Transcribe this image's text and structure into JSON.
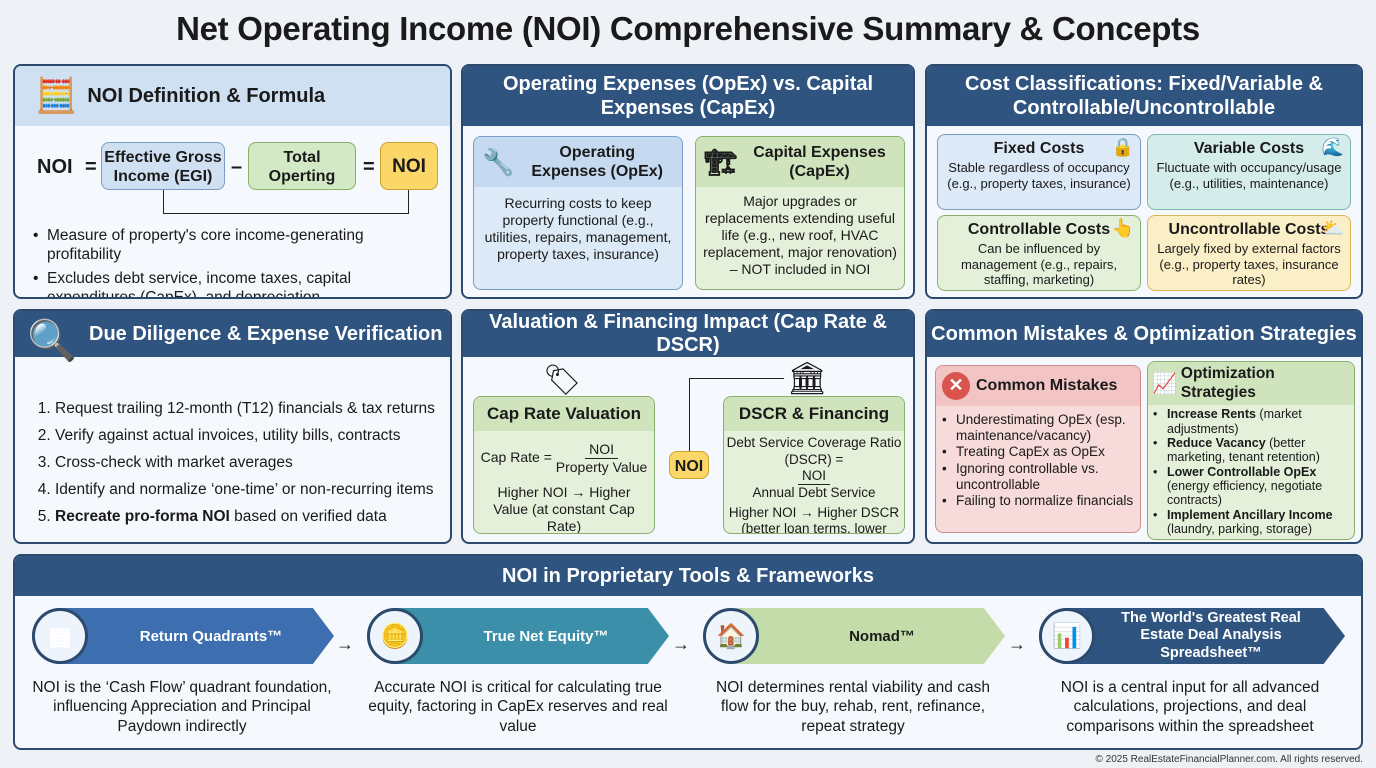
{
  "title": "Net Operating Income (NOI) Comprehensive Summary & Concepts",
  "definition": {
    "heading": "NOI Definition & Formula",
    "noi": "NOI",
    "eq": "=",
    "minus": "–",
    "egi": "Effective Gross Income (EGI)",
    "opex": "Total Operting Expenses",
    "result": "NOI",
    "bullets": [
      "Measure of property's core income-generating profitability",
      "Excludes debt service, income taxes, capital expenditures (CapEx), and depreciation"
    ]
  },
  "opexcapex": {
    "heading": "Operating Expenses (OpEx) vs. Capital Expenses (CapEx)",
    "opex_title": "Operating Expenses (OpEx)",
    "opex_text": "Recurring costs to keep property functional (e.g., utilities, repairs, management, property taxes, insurance)",
    "capex_title": "Capital Expenses (CapEx)",
    "capex_text": "Major upgrades or replacements extending useful life (e.g., new roof, HVAC replacement, major renovation) – NOT included in NOI"
  },
  "costs": {
    "heading": "Cost Classifications: Fixed/Variable & Controllable/Uncontrollable",
    "items": [
      {
        "title": "Fixed Costs",
        "text": "Stable regardless of occupancy (e.g., property taxes, insurance)"
      },
      {
        "title": "Variable Costs",
        "text": "Fluctuate with occupancy/usage (e.g., utilities, maintenance)"
      },
      {
        "title": "Controllable Costs",
        "text": "Can be influenced by management (e.g., repairs, staffing, marketing)"
      },
      {
        "title": "Uncontrollable Costs",
        "text": "Largely fixed by external factors (e.g., property taxes, insurance rates)"
      }
    ]
  },
  "diligence": {
    "heading": "Due Diligence & Expense Verification",
    "steps": [
      "Request trailing 12-month (T12) financials & tax returns",
      "Verify against actual invoices, utility bills, contracts",
      "Cross-check with market averages",
      "Identify and normalize ‘one-time’ or non-recurring items"
    ],
    "step5_bold": "Recreate pro-forma NOI",
    "step5_rest": " based on verified data"
  },
  "valuation": {
    "heading": "Valuation & Financing Impact (Cap Rate & DSCR)",
    "cap_title": "Cap Rate Valuation",
    "cap_lhs": "Cap Rate =",
    "cap_num": "NOI",
    "cap_den": "Property Value",
    "cap_note": "Higher NOI → Higher Value (at constant Cap Rate)",
    "noi": "NOI",
    "dscr_title": "DSCR & Financing",
    "dscr_label": "Debt Service Coverage Ratio",
    "dscr_lhs": "(DSCR) =",
    "dscr_num": "NOI",
    "dscr_den": "Annual Debt Service",
    "dscr_note": "Higher NOI → Higher DSCR (better loan terms, lower risk)"
  },
  "mistakes": {
    "heading": "Common Mistakes & Optimization Strategies",
    "mist_title": "Common Mistakes",
    "mist_items": [
      "Underestimating OpEx (esp. maintenance/vacancy)",
      "Treating CapEx as OpEx",
      "Ignoring controllable vs. uncontrollable",
      "Failing to normalize financials"
    ],
    "opt_title": "Optimization Strategies",
    "opt_items": [
      {
        "b": "Increase Rents",
        "t": " (market adjustments)"
      },
      {
        "b": "Reduce Vacancy",
        "t": " (better marketing, tenant retention)"
      },
      {
        "b": "Lower Controllable OpEx",
        "t": " (energy efficiency, negotiate contracts)"
      },
      {
        "b": "Implement Ancillary Income",
        "t": " (laundry, parking, storage)"
      }
    ]
  },
  "tools": {
    "heading": "NOI in Proprietary Tools & Frameworks",
    "items": [
      {
        "name": "Return Quadrants™",
        "desc": "NOI is the ‘Cash Flow’ quadrant foundation, influencing Appreciation and Principal Paydown indirectly"
      },
      {
        "name": "True Net Equity™",
        "desc": "Accurate NOI is critical for calculating true equity, factoring in CapEx reserves and real value"
      },
      {
        "name": "Nomad™",
        "desc": "NOI determines rental viability and cash flow for the buy, rehab, rent, refinance, repeat strategy"
      },
      {
        "name": "The World's Greatest Real Estate Deal Analysis Spreadsheet™",
        "desc": "NOI is a central input for all advanced calculations, projections, and deal comparisons within the spreadsheet"
      }
    ]
  },
  "footer": "© 2025 RealEstateFinancialPlanner.com. All rights reserved."
}
